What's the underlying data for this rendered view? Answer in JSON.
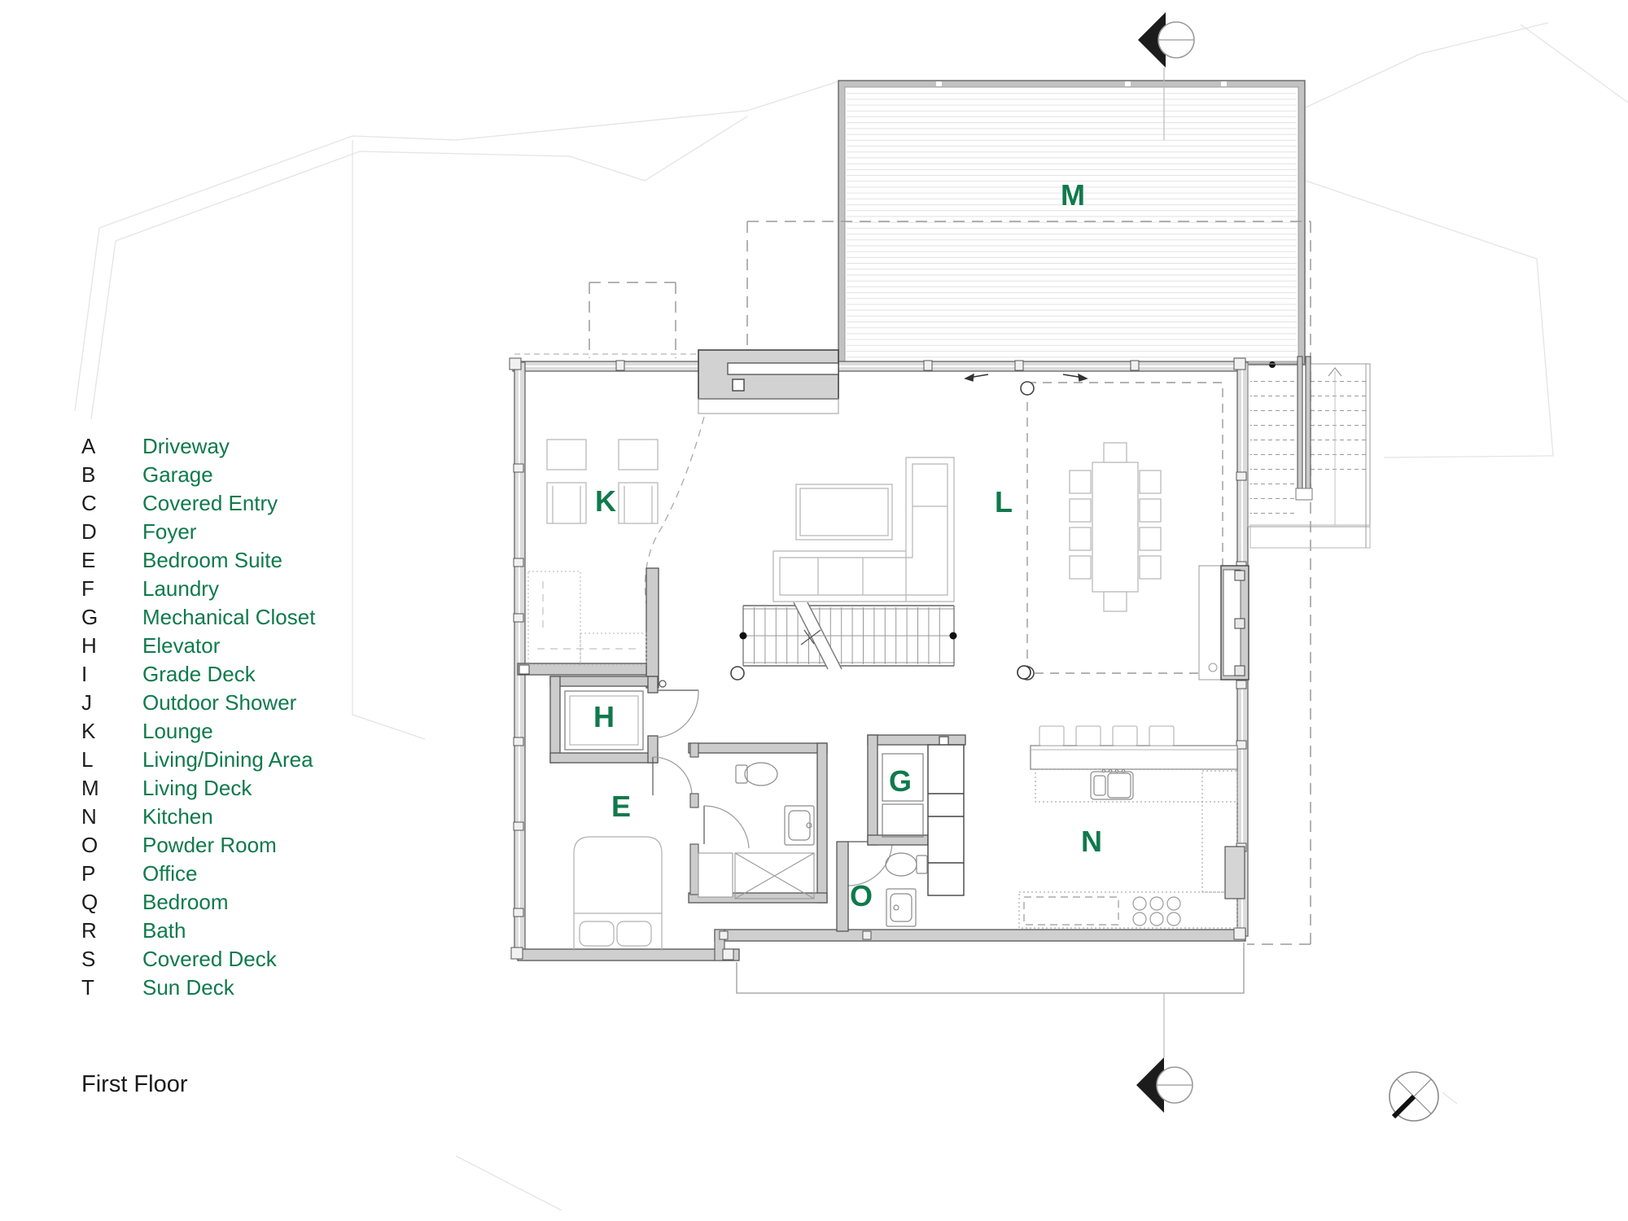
{
  "title": "First Floor",
  "colors": {
    "accent_green": "#0F7A4C",
    "legend_key_color": "#1c1c1c",
    "wall_fill": "#cccccc",
    "wall_line": "#4d4d4d"
  },
  "legend": {
    "items": [
      {
        "key": "A",
        "label": "Driveway"
      },
      {
        "key": "B",
        "label": "Garage"
      },
      {
        "key": "C",
        "label": "Covered Entry"
      },
      {
        "key": "D",
        "label": "Foyer"
      },
      {
        "key": "E",
        "label": "Bedroom Suite"
      },
      {
        "key": "F",
        "label": "Laundry"
      },
      {
        "key": "G",
        "label": "Mechanical Closet"
      },
      {
        "key": "H",
        "label": "Elevator"
      },
      {
        "key": "I",
        "label": "Grade Deck"
      },
      {
        "key": "J",
        "label": "Outdoor Shower"
      },
      {
        "key": "K",
        "label": "Lounge"
      },
      {
        "key": "L",
        "label": "Living/Dining Area"
      },
      {
        "key": "M",
        "label": "Living Deck"
      },
      {
        "key": "N",
        "label": "Kitchen"
      },
      {
        "key": "O",
        "label": "Powder Room"
      },
      {
        "key": "P",
        "label": "Office"
      },
      {
        "key": "Q",
        "label": "Bedroom"
      },
      {
        "key": "R",
        "label": "Bath"
      },
      {
        "key": "S",
        "label": "Covered Deck"
      },
      {
        "key": "T",
        "label": "Sun Deck"
      }
    ]
  },
  "plan": {
    "room_letters": {
      "living_deck": "M",
      "lounge": "K",
      "living_dining": "L",
      "elevator": "H",
      "bedroom_suite": "E",
      "mechanical_closet": "G",
      "powder_room": "O",
      "kitchen": "N"
    }
  }
}
